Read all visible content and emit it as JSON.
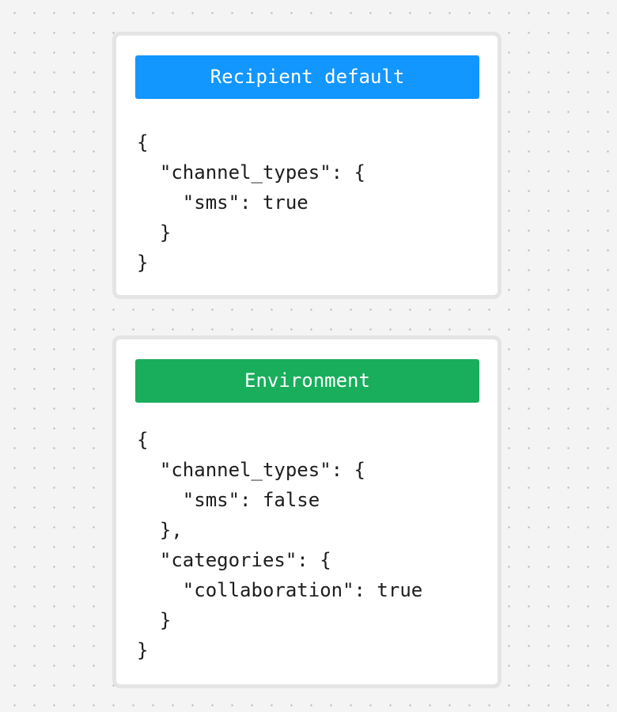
{
  "cards": [
    {
      "title": "Recipient default",
      "color": "#1296ff",
      "json_text": "{\n  \"channel_types\": {\n    \"sms\": true\n  }\n}"
    },
    {
      "title": "Environment",
      "color": "#18ae5c",
      "json_text": "{\n  \"channel_types\": {\n    \"sms\": false\n  },\n  \"categories\": {\n    \"collaboration\": true\n  }\n}"
    }
  ]
}
